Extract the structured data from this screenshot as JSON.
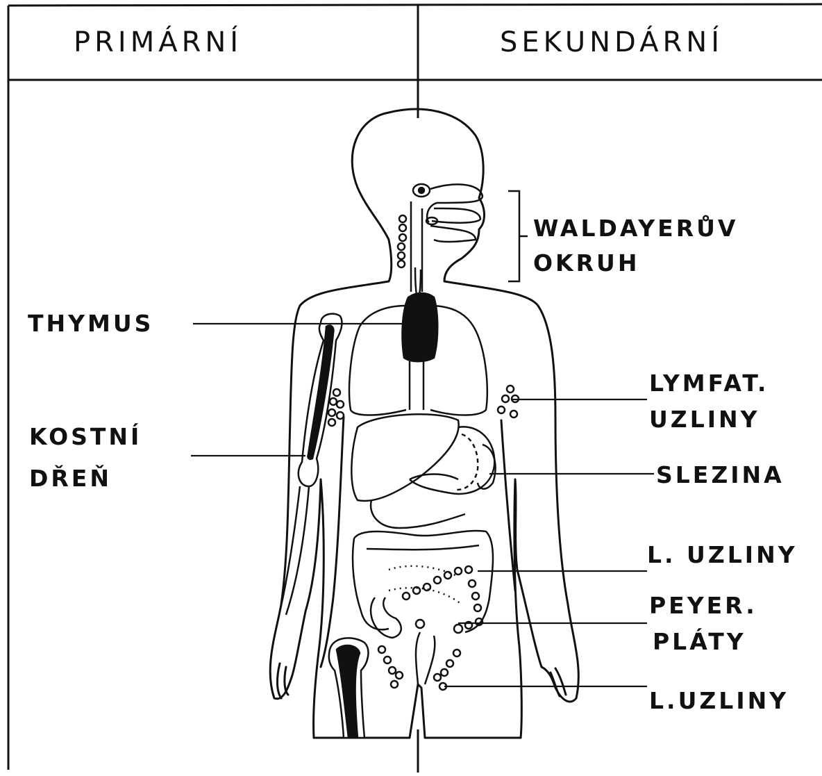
{
  "header": {
    "left": "PRIMÁRNÍ",
    "right": "SEKUNDÁRNÍ"
  },
  "labels": {
    "waldayer_1": "WALDAYERŮV",
    "waldayer_2": "OKRUH",
    "thymus": "THYMUS",
    "kostni_1": "KOSTNÍ",
    "kostni_2": "DŘEŇ",
    "lymfat_1": "LYMFAT.",
    "lymfat_2": "UZLINY",
    "slezina": "SLEZINA",
    "l_uzliny_1": "L. UZLINY",
    "peyer_1": "PEYER.",
    "peyer_2": "PLÁTY",
    "l_uzliny_2": "L.UZLINY"
  },
  "colors": {
    "ink": "#111111",
    "paper": "#ffffff"
  }
}
